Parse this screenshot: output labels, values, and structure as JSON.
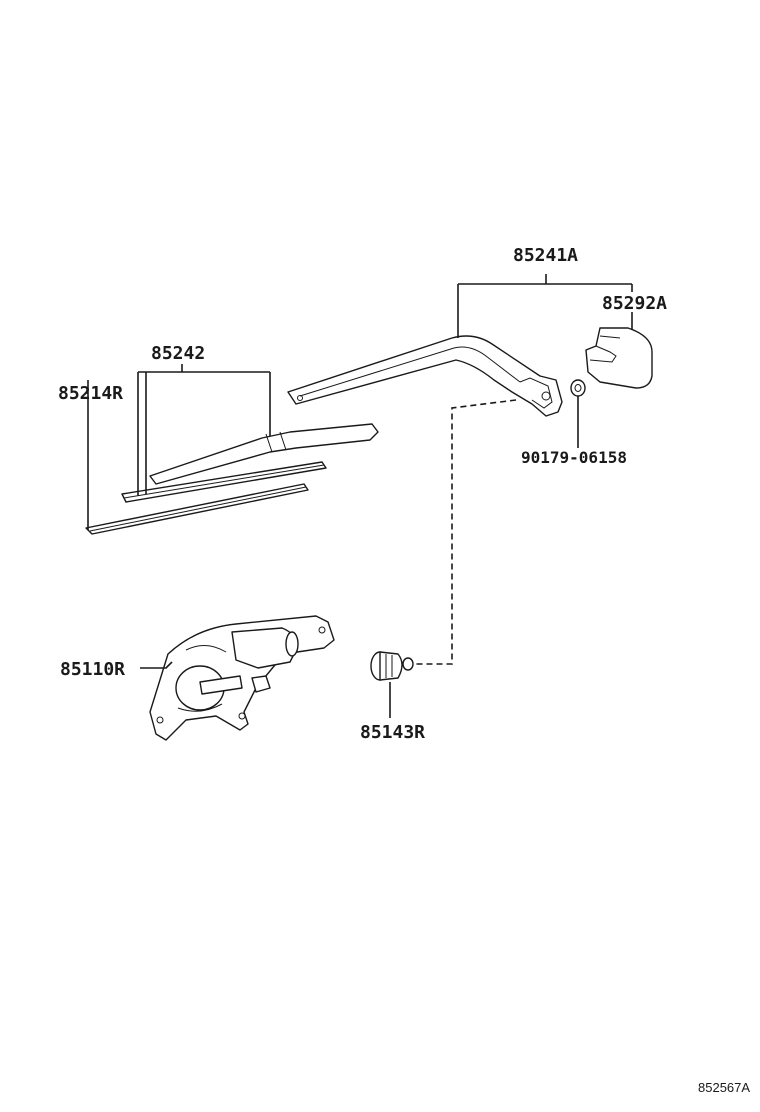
{
  "labels": {
    "arm": "85241A",
    "cap": "85292A",
    "nut": "90179-06158",
    "blade": "85242",
    "rubber": "85214R",
    "motor": "85110R",
    "grommet": "85143R"
  },
  "figure_ref": "852567A"
}
